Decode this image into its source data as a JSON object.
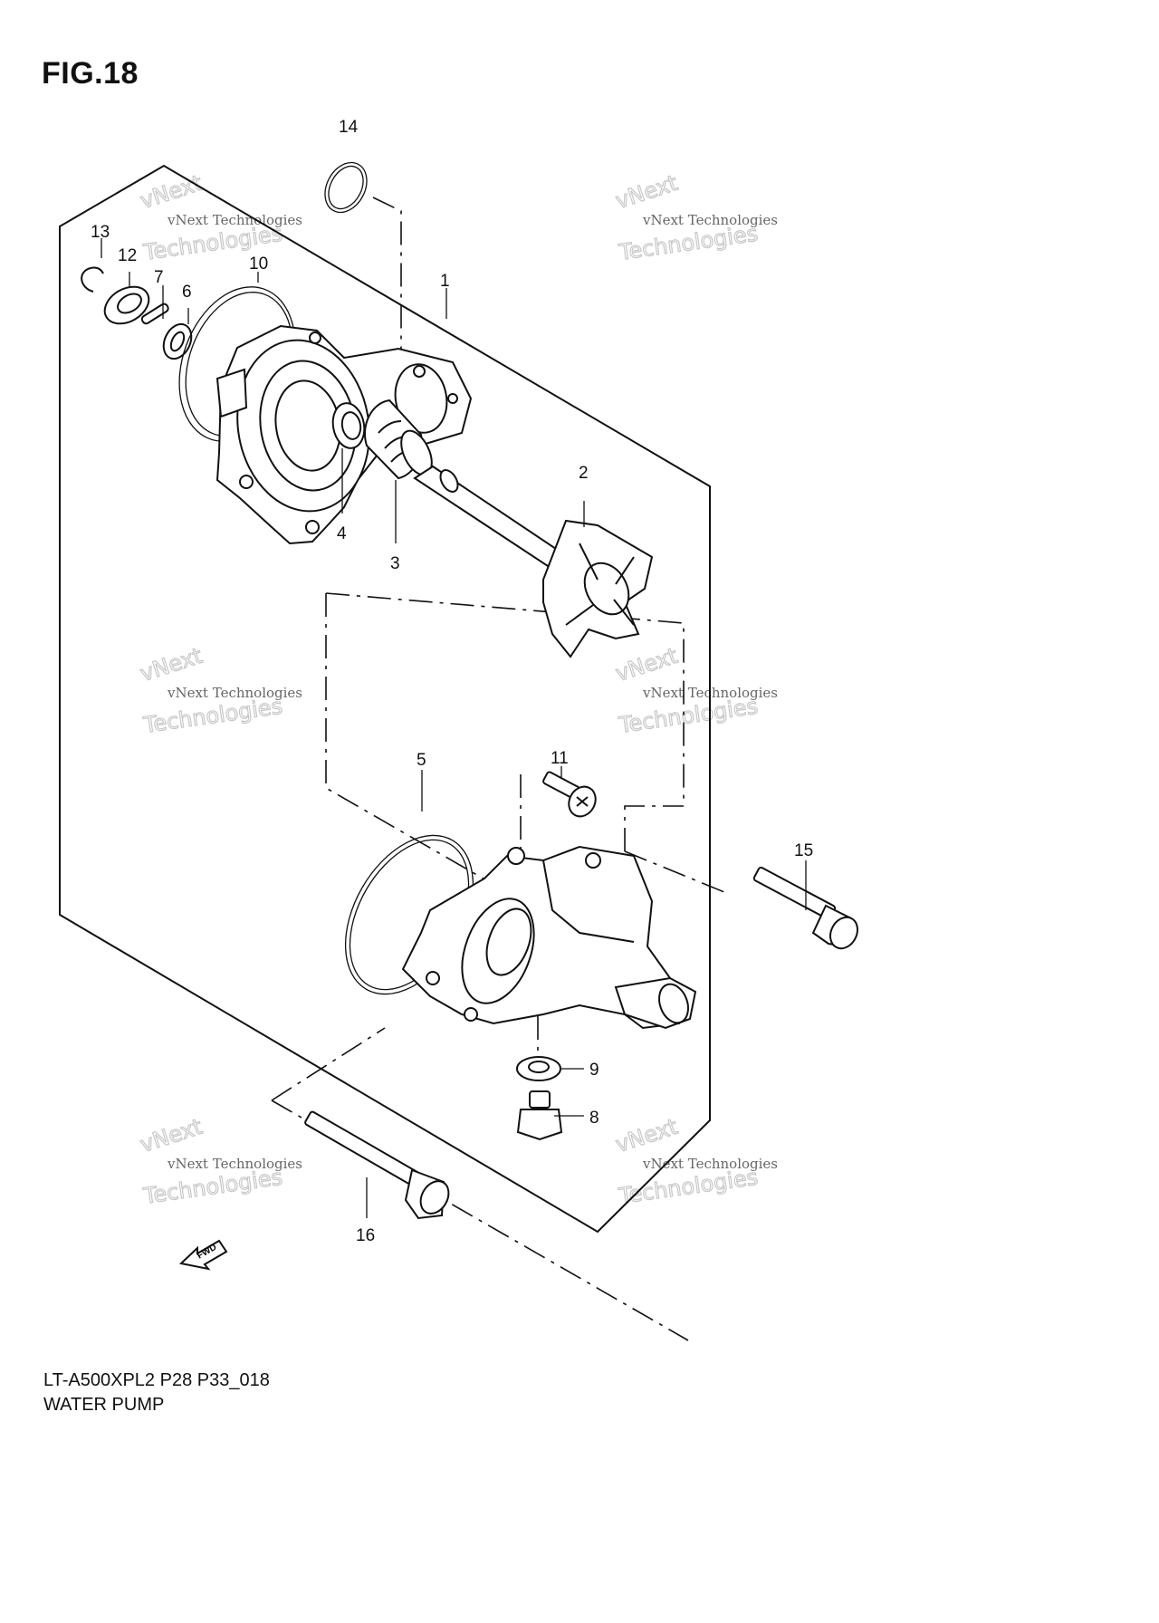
{
  "figure": {
    "title": "FIG.18",
    "model_code": "LT-A500XPL2 P28 P33_018",
    "caption": "WATER PUMP"
  },
  "watermark": {
    "line1": "vNext Technologies",
    "line2": "vNext",
    "line3": "Technologies"
  },
  "callouts": [
    {
      "id": "1",
      "label": "1"
    },
    {
      "id": "2",
      "label": "2"
    },
    {
      "id": "3",
      "label": "3"
    },
    {
      "id": "4",
      "label": "4"
    },
    {
      "id": "5",
      "label": "5"
    },
    {
      "id": "6",
      "label": "6"
    },
    {
      "id": "7",
      "label": "7"
    },
    {
      "id": "8",
      "label": "8"
    },
    {
      "id": "9",
      "label": "9"
    },
    {
      "id": "10",
      "label": "10"
    },
    {
      "id": "11",
      "label": "11"
    },
    {
      "id": "12",
      "label": "12"
    },
    {
      "id": "13",
      "label": "13"
    },
    {
      "id": "14",
      "label": "14"
    },
    {
      "id": "15",
      "label": "15"
    },
    {
      "id": "16",
      "label": "16"
    }
  ],
  "fwd_marker": "FWD"
}
